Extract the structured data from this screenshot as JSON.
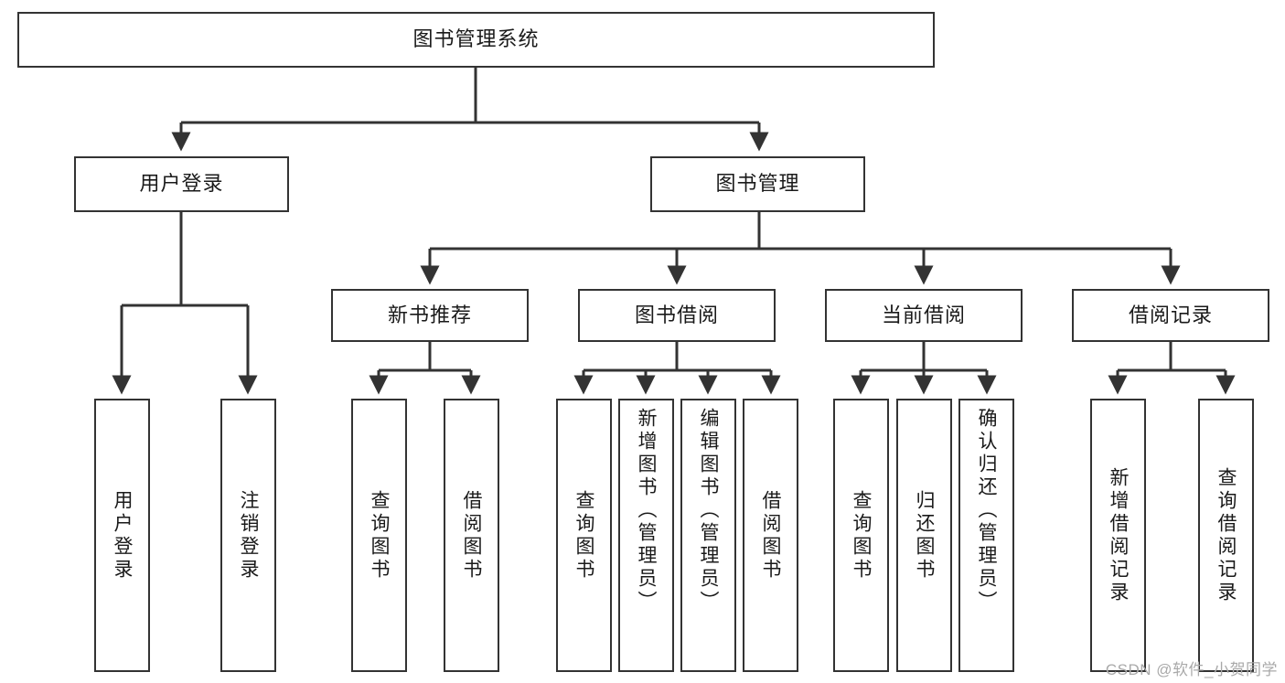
{
  "diagram": {
    "type": "tree",
    "title": "图书管理系统",
    "root": {
      "label": "图书管理系统"
    },
    "level2": [
      {
        "label": "用户登录"
      },
      {
        "label": "图书管理"
      }
    ],
    "level3": [
      {
        "label": "新书推荐"
      },
      {
        "label": "图书借阅"
      },
      {
        "label": "当前借阅"
      },
      {
        "label": "借阅记录"
      }
    ],
    "leaves": {
      "user_login": [
        "用户登录",
        "注销登录"
      ],
      "new_book_recommend": [
        "查询图书",
        "借阅图书"
      ],
      "book_borrow": [
        "查询图书",
        "新增图书（管理员）",
        "编辑图书（管理员）",
        "借阅图书"
      ],
      "current_borrow": [
        "查询图书",
        "归还图书",
        "确认归还（管理员）"
      ],
      "borrow_record": [
        "新增借阅记录",
        "查询借阅记录"
      ]
    },
    "colors": {
      "box_border": "#333333",
      "box_fill": "#ffffff",
      "edge": "#333333",
      "text": "#1a1a1a",
      "watermark": "#a9a9a9",
      "background": "#ffffff"
    }
  },
  "watermark": {
    "text": "CSDN @软件_小贺同学"
  }
}
